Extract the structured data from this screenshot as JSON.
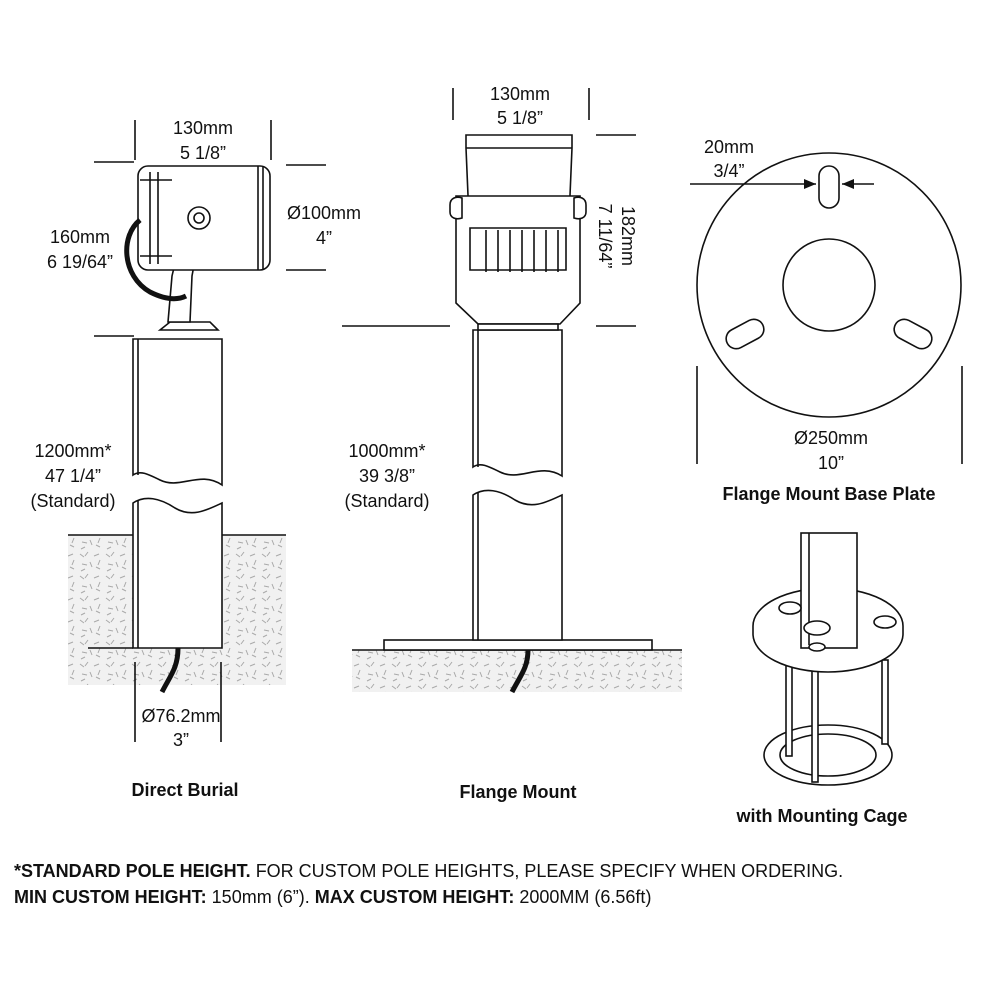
{
  "direct_burial": {
    "width_mm": "130mm",
    "width_in": "5 1/8”",
    "height_mm": "160mm",
    "height_in": "6 19/64”",
    "head_dia_mm": "Ø100mm",
    "head_dia_in": "4”",
    "pole_mm": "1200mm*",
    "pole_in": "47 1/4”",
    "pole_note": "(Standard)",
    "pole_dia_mm": "Ø76.2mm",
    "pole_dia_in": "3”",
    "caption": "Direct Burial"
  },
  "flange_mount": {
    "width_mm": "130mm",
    "width_in": "5 1/8”",
    "height_mm": "182mm",
    "height_in": "7 11/64”",
    "pole_mm": "1000mm*",
    "pole_in": "39 3/8”",
    "pole_note": "(Standard)",
    "caption": "Flange Mount"
  },
  "base_plate": {
    "slot_mm": "20mm",
    "slot_in": "3/4”",
    "dia_mm": "Ø250mm",
    "dia_in": "10”",
    "caption": "Flange Mount Base Plate"
  },
  "cage": {
    "caption": "with Mounting Cage"
  },
  "notes": {
    "line1_bold": "*STANDARD POLE  HEIGHT.",
    "line1_text": " FOR CUSTOM POLE  HEIGHTS, PLEASE SPECIFY WHEN ORDERING.",
    "line2_bold1": "MIN CUSTOM HEIGHT:",
    "line2_text1": " 150mm (6”). ",
    "line2_bold2": "MAX CUSTOM HEIGHT:",
    "line2_text2": " 2000MM (6.56ft)"
  }
}
